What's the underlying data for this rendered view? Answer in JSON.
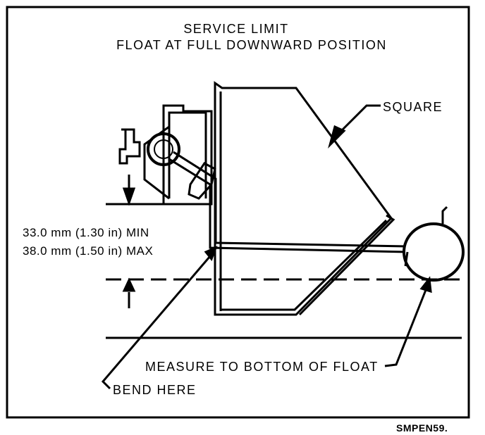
{
  "title": {
    "line1": "SERVICE LIMIT",
    "line2": "FLOAT AT FULL DOWNWARD POSITION"
  },
  "labels": {
    "square": "SQUARE",
    "dim_min": "33.0 mm (1.30 in) MIN",
    "dim_max": "38.0 mm (1.50 in) MAX",
    "measure": "MEASURE TO BOTTOM OF FLOAT",
    "bend": "BEND HERE"
  },
  "figure_ref": "SMPEN59."
}
